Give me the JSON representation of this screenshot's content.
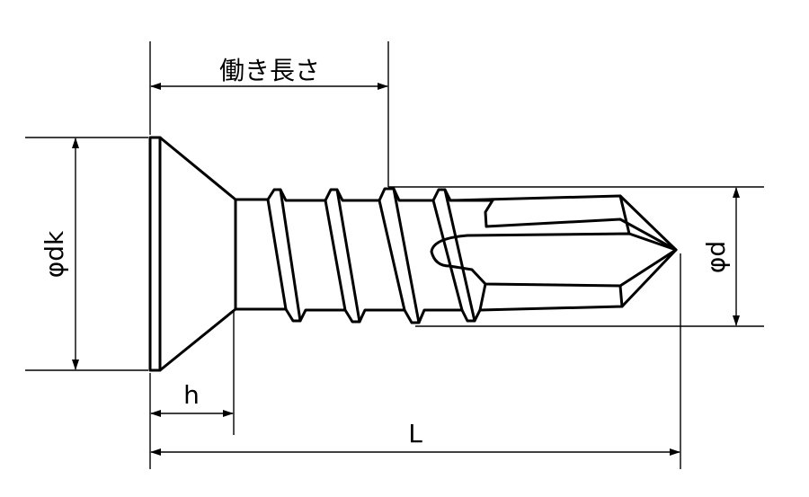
{
  "diagram": {
    "labels": {
      "effective_length": "働き長さ",
      "head_diameter": "φdk",
      "thread_diameter": "φd",
      "head_height": "h",
      "total_length": "L"
    }
  }
}
